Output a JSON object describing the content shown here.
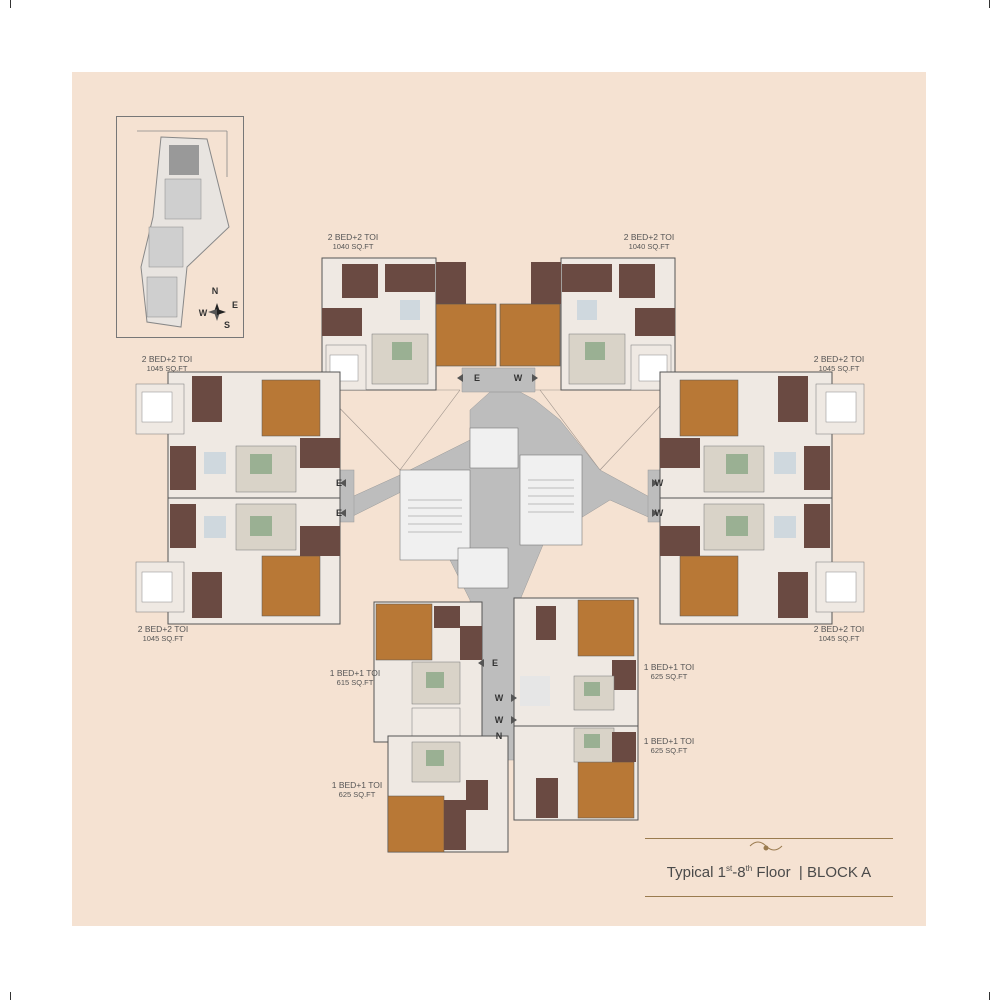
{
  "units": [
    {
      "id": "u1",
      "line1": "2 BED+2 TOI",
      "line2": "1040 SQ.FT"
    },
    {
      "id": "u2",
      "line1": "2 BED+2 TOI",
      "line2": "1040 SQ.FT"
    },
    {
      "id": "u3",
      "line1": "2 BED+2 TOI",
      "line2": "1045 SQ.FT"
    },
    {
      "id": "u4",
      "line1": "2 BED+2 TOI",
      "line2": "1045 SQ.FT"
    },
    {
      "id": "u5",
      "line1": "2 BED+2 TOI",
      "line2": "1045 SQ.FT"
    },
    {
      "id": "u6",
      "line1": "2 BED+2 TOI",
      "line2": "1045 SQ.FT"
    },
    {
      "id": "u7",
      "line1": "1 BED+1 TOI",
      "line2": "615 SQ.FT"
    },
    {
      "id": "u8",
      "line1": "1 BED+1 TOI",
      "line2": "625 SQ.FT"
    },
    {
      "id": "u9",
      "line1": "1 BED+1 TOI",
      "line2": "625 SQ.FT"
    },
    {
      "id": "u10",
      "line1": "1 BED+1 TOI",
      "line2": "625 SQ.FT"
    }
  ],
  "title": {
    "prefix": "Typical 1",
    "sup1": "st",
    "mid": "-8",
    "sup2": "th",
    "suffix": " Floor  | BLOCK A"
  },
  "compass": {
    "n": "N",
    "e": "E",
    "s": "S",
    "w": "W"
  },
  "directions": {
    "e": "E",
    "w": "W",
    "n": "N"
  },
  "colors": {
    "background": "#f5e2d2",
    "corridor": "#bdbdbd",
    "wood": "#b87836",
    "dark_floor": "#6a4a42",
    "light_floor": "#efe9e3",
    "accent_rule": "#9a7b4f"
  }
}
